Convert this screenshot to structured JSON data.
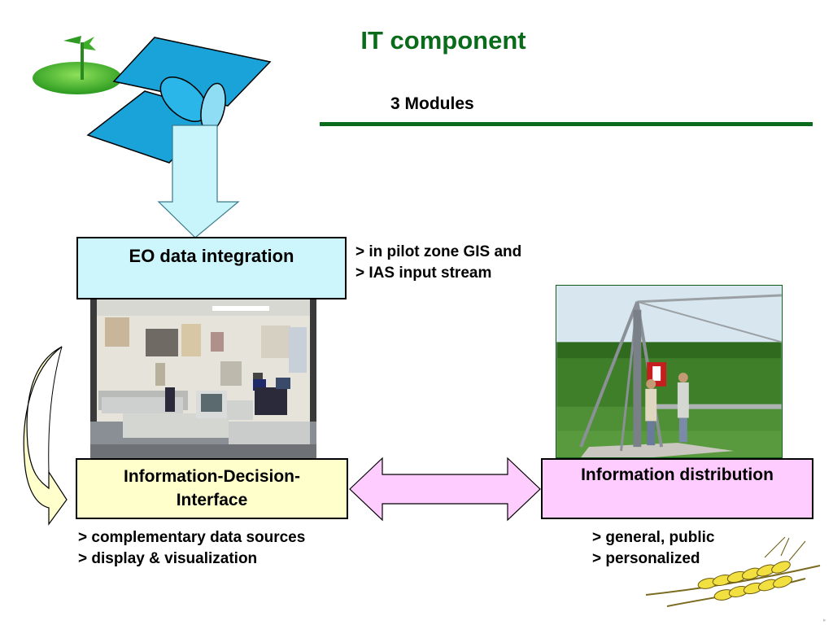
{
  "title": "IT component",
  "subtitle": "3 Modules",
  "modules": {
    "eo": {
      "label": "EO data integration",
      "notes": [
        "> in pilot zone GIS and",
        "> IAS input stream"
      ]
    },
    "idi": {
      "label_line1": "Information-Decision-",
      "label_line2": "Interface",
      "notes": [
        "> complementary data sources",
        "> display & visualization"
      ]
    },
    "dist": {
      "label": "Information distribution",
      "notes": [
        "> general, public",
        "> personalized"
      ]
    }
  },
  "icons": {
    "satellite": "satellite-icon",
    "logo": "golf-flag-logo-icon",
    "wheat": "wheat-ears-icon",
    "down_arrow": "down-arrow-icon",
    "double_arrow": "double-arrow-icon",
    "cycle_arrow": "curved-arrow-icon"
  },
  "colors": {
    "title_green": "#0a6b1a",
    "eo_box": "#ccf6fb",
    "idi_box": "#ffffcc",
    "dist_box": "#ffccff",
    "arrow_blue": "#c8f4fb",
    "double_arrow_fill": "#ffccff",
    "satellite_blue": "#1aa3d9"
  }
}
